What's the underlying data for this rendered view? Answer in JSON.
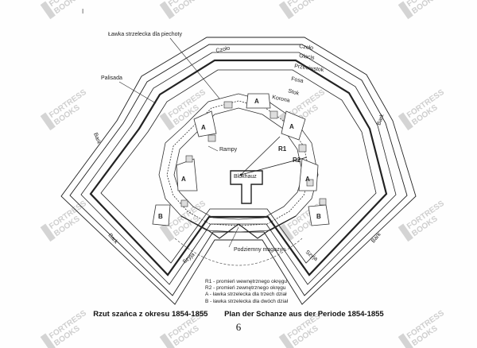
{
  "watermark": {
    "line1": "FORTRESS",
    "line2": "BOOKS"
  },
  "labels": {
    "lawka_piechoty": "Ławka strzelecka dla piechoty",
    "palisada": "Palisada",
    "czolo_outer": "Czoło",
    "czolo_inner": "Czoło",
    "glacis": "Glacis",
    "przeciwstok": "Przeciwstok",
    "fosa": "Fosa",
    "stok": "Stok",
    "korona": "Korona",
    "bark_left": "Bark",
    "bark_right": "Bark",
    "bark_left_low": "Bark",
    "bark_right_low": "Bark",
    "szyja_left": "Szyja",
    "szyja_right": "Szyja",
    "rampy": "Rampy",
    "blokhauz": "Blokhauz",
    "podziemny_magazyn": "Podziemny magazyn",
    "r1": "R1",
    "r2": "R2",
    "a": "A",
    "b": "B"
  },
  "legend": [
    "R1 - promień wewnętrznego okręgu",
    "R2 - promień zewnętrznego okręgu",
    "A - ławka strzelecka dla trzech dział",
    "B - ławka strzelecka dla dwóch dział"
  ],
  "caption": {
    "polish": "Rzut szańca z okresu 1854-1855",
    "german": "Plan der Schanze aus der Periode 1854-1855"
  },
  "page_number": "6",
  "tick_mark": "I"
}
